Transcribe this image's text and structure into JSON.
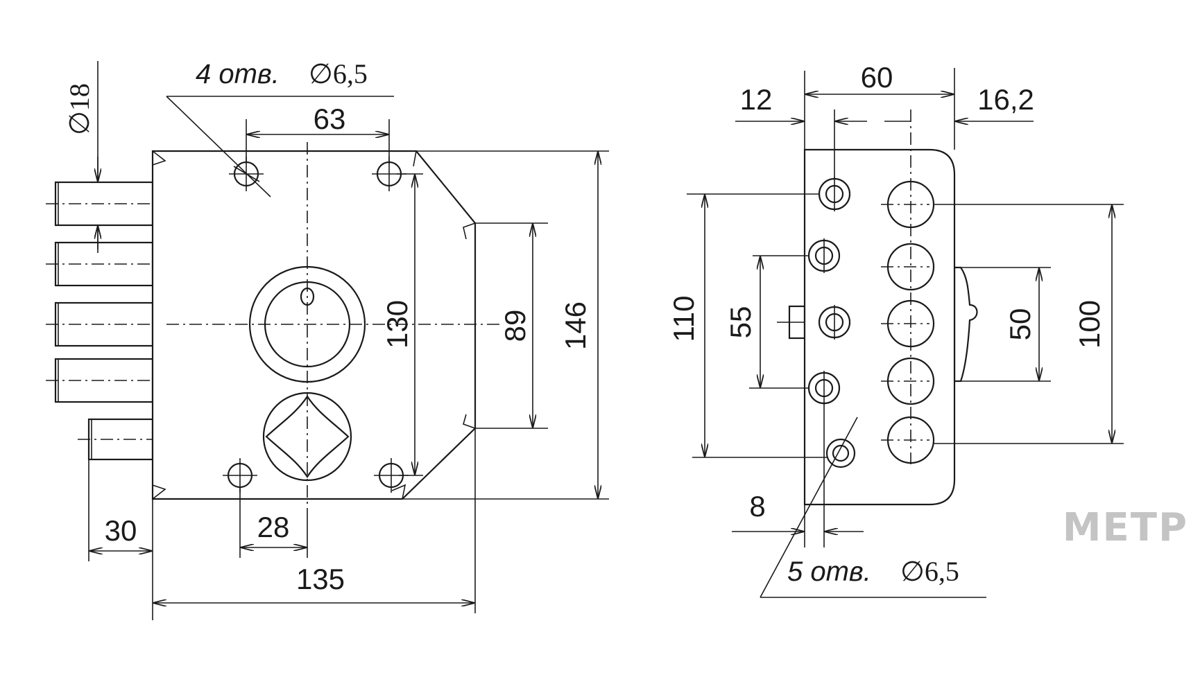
{
  "front_view": {
    "holes_note_prefix": "4 отв.",
    "holes_note_dia": "∅6,5",
    "bolt_dia": "∅18",
    "dims": {
      "hole_spacing_horizontal": "63",
      "hole_spacing_vertical": "130",
      "faceplate_height": "89",
      "total_height": "146",
      "bolt_projection": "30",
      "keyhole_offset": "28",
      "total_width": "135"
    }
  },
  "side_view": {
    "holes_note_prefix": "5 отв.",
    "holes_note_dia": "∅6,5",
    "dims": {
      "top_width": "60",
      "left_offset": "12",
      "right_offset": "16,2",
      "outer_height": "110",
      "inner_height": "55",
      "small_height": "50",
      "right_height": "100",
      "bottom_offset": "8"
    }
  },
  "logo": {
    "text": "МЕТР",
    "color": "#c4c4c4"
  }
}
